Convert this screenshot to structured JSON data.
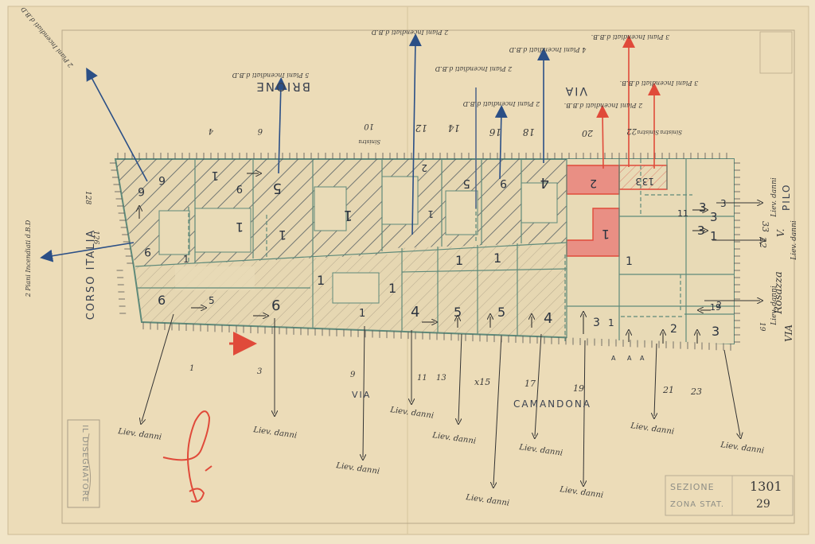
{
  "streets": {
    "brione": "BRIONE",
    "via_top": "VIA",
    "corso_italia": "CORSO ITALIA",
    "via_bottom": "VIA",
    "camandona": "CAMANDONA",
    "via_right": "VIA",
    "rosazza": "Rosazza",
    "v": "V.",
    "pilo": "PILO"
  },
  "top_numbers": [
    "4",
    "6",
    "10",
    "12",
    "14",
    "16",
    "18",
    "20",
    "22"
  ],
  "top_scribbles": {
    "s1": "Sinistra",
    "s2": "Sinistra",
    "s3": "Sinistra"
  },
  "bottom_numbers": [
    "1",
    "3",
    "9",
    "11",
    "13",
    "x15",
    "17",
    "19",
    "21",
    "23"
  ],
  "left_numbers": [
    "128",
    "126"
  ],
  "right_numbers": [
    "33",
    "22",
    "19"
  ],
  "cells": {
    "b1": "6",
    "b2": "5",
    "b3": "6",
    "b4": "1",
    "b5": "1",
    "b6": "4",
    "b7": "5",
    "b8": "5",
    "b9": "4",
    "b10": "3",
    "b11": "1",
    "b12": "2",
    "b13": "3",
    "m1": "1",
    "m2": "1",
    "m3": "1",
    "m4": "1",
    "m5": "1",
    "t1": "6",
    "t2": "6",
    "t3": "9",
    "t4": "1",
    "t5": "9",
    "t6": "5",
    "t7": "1",
    "t8": "1",
    "t9": "2",
    "t10": "5",
    "t11": "9",
    "t12": "4",
    "t13": "2",
    "t14": "13",
    "t15": "3",
    "red1": "1",
    "r1": "3",
    "r2": "3",
    "r3": "1",
    "r4": "3",
    "r5": "11",
    "r6": "3",
    "r7": "19",
    "r8": "2",
    "r9": "A",
    "r10": "A",
    "r11": "A",
    "l1": "1",
    "l2": "1"
  },
  "top_notes": {
    "n1": "2 Piani Incendiati d.B.D",
    "n2": "5 Piani Incendiati d.B.D",
    "n3": "2 Piani Incendiati d.B.D",
    "n4": "2 Piani Incendiati d.B.D",
    "n5": "2 Piani Incendiati d.B.D",
    "n6": "4 Piani Incendiati d.B.D",
    "n7": "2 Piani Incendiati d.B.B.",
    "n8": "3 Piani Incendiati d.B.B.",
    "n9": "3 Piani Incendiati d.B.B.",
    "n10": "2 Piani Incendiati d.B.D"
  },
  "liev_danni": "Liev. danni",
  "stamp": {
    "title": "IL DISEGNATORE",
    "sezione_label": "SEZIONE",
    "sezione_value": "1301",
    "zona_label": "ZONA STAT.",
    "zona_value": "29"
  },
  "colors": {
    "paper": "#efe2c4",
    "hatch": "#3c4a55",
    "outline": "#5f8a7a",
    "ink": "#2c3440",
    "blue_arrow": "#2b4f86",
    "red": "#e04a3a",
    "red_fill": "#e98f84"
  }
}
